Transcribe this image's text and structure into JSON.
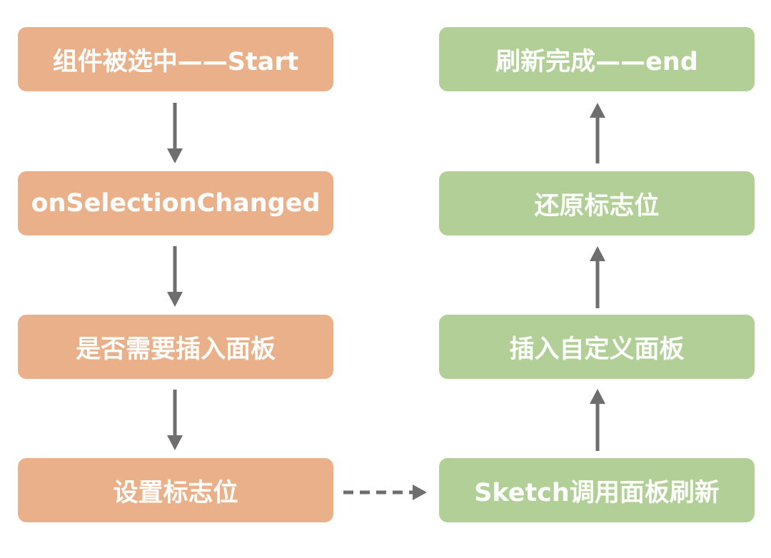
{
  "left_column": [
    {
      "label": "组件被选中——Start"
    },
    {
      "label": "onSelectionChanged"
    },
    {
      "label": "是否需要插入面板"
    },
    {
      "label": "设置标志位"
    }
  ],
  "right_column": [
    {
      "label": "刷新完成——end"
    },
    {
      "label": "还原标志位"
    },
    {
      "label": "插入自定义面板"
    },
    {
      "label": "Sketch调用面板刷新"
    }
  ],
  "colors": {
    "left_fill": "#e9b08a",
    "right_fill": "#b1cf96",
    "text": "#ffffff",
    "arrow": "#6e6e6e"
  }
}
